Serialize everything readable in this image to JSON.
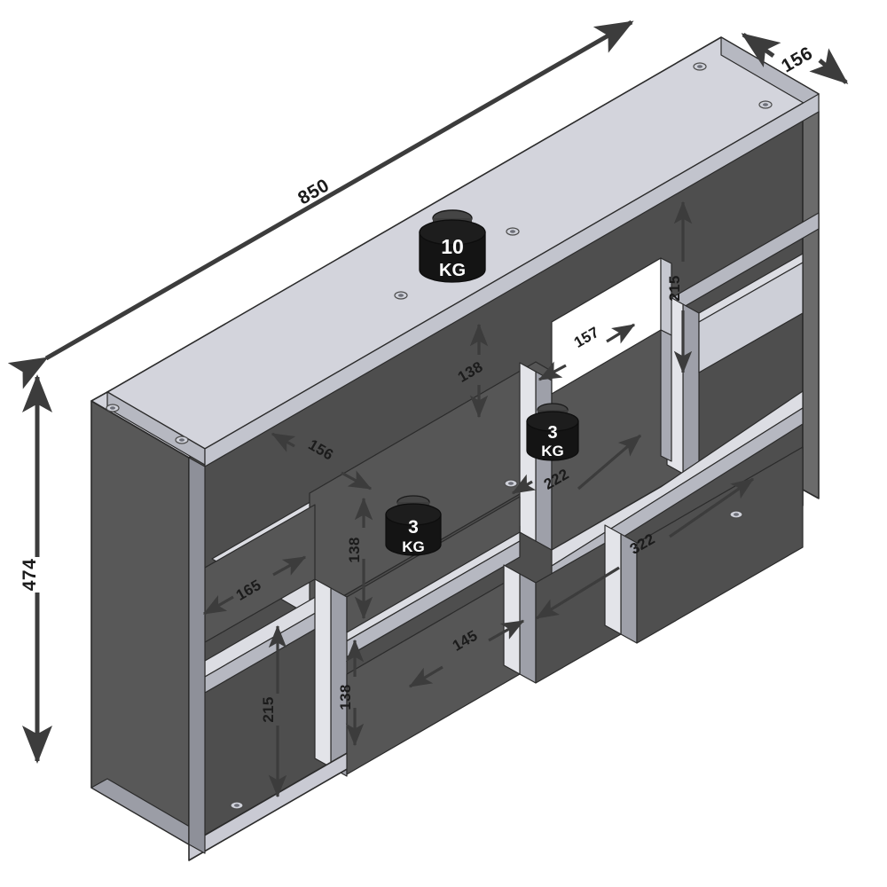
{
  "document": {
    "type": "furniture-assembly-dimension-diagram",
    "subject": "Wall shelf / cube shelving unit",
    "projection": "isometric",
    "units": "mm",
    "background_color": "#ffffff"
  },
  "colors": {
    "panel_light_top": "#d3d4dc",
    "panel_light_face": "#c9cad3",
    "panel_light_shelf": "#dcdde3",
    "panel_edge_band": "#b6b8c1",
    "panel_dark_side": "#585858",
    "panel_dark_back": "#4e4e4e",
    "panel_dark_interior": "#565656",
    "outline": "#2b2b2b",
    "dimension_line": "#3c3c3c",
    "dimension_text": "#1b1b1b",
    "weight_body": "#161616",
    "weight_knob": "#3d3d3d",
    "weight_text": "#ffffff"
  },
  "overall_dimensions": [
    {
      "id": "width",
      "label": "850",
      "axis": "horizontal-long",
      "position": "top-left-diagonal"
    },
    {
      "id": "depth",
      "label": "156",
      "axis": "depth",
      "position": "top-right"
    },
    {
      "id": "height",
      "label": "474",
      "axis": "vertical",
      "position": "far-left"
    }
  ],
  "interior_dimensions": [
    {
      "id": "compartment-top-left-width",
      "label": "156",
      "orientation": "horizontal",
      "location": "upper-left-cube"
    },
    {
      "id": "compartment-mid-height-a",
      "label": "138",
      "orientation": "vertical",
      "location": "upper-middle-cube"
    },
    {
      "id": "compartment-divider-depth",
      "label": "157",
      "orientation": "horizontal",
      "location": "upper-right-inner"
    },
    {
      "id": "compartment-right-height",
      "label": "215",
      "orientation": "vertical",
      "location": "far-right-upper-cube"
    },
    {
      "id": "compartment-left-width",
      "label": "165",
      "orientation": "horizontal",
      "location": "lower-left-cube"
    },
    {
      "id": "compartment-mid-height-b",
      "label": "138",
      "orientation": "vertical",
      "location": "center-left-cube"
    },
    {
      "id": "compartment-wide-width",
      "label": "222",
      "orientation": "horizontal",
      "location": "center-right-shelf"
    },
    {
      "id": "compartment-bottom-left-height",
      "label": "215",
      "orientation": "vertical",
      "location": "lower-left-cube"
    },
    {
      "id": "compartment-bottom-height",
      "label": "138",
      "orientation": "vertical",
      "location": "lower-middle-cube"
    },
    {
      "id": "compartment-bottom-mid-width",
      "label": "145",
      "orientation": "horizontal",
      "location": "lower-middle-cube"
    },
    {
      "id": "compartment-bottom-right-width",
      "label": "322",
      "orientation": "horizontal",
      "location": "lower-right-cube"
    }
  ],
  "load_capacities": [
    {
      "id": "top-surface-load",
      "value": "10",
      "unit": "KG",
      "location": "top-panel"
    },
    {
      "id": "middle-shelf-load-left",
      "value": "3",
      "unit": "KG",
      "location": "center-left-shelf"
    },
    {
      "id": "middle-shelf-load-right",
      "value": "3",
      "unit": "KG",
      "location": "center-right-shelf"
    }
  ],
  "labels": {
    "width_850": "850",
    "depth_156": "156",
    "height_474": "474",
    "int_156": "156",
    "int_138_a": "138",
    "int_157": "157",
    "int_215_right": "215",
    "int_165": "165",
    "int_138_b": "138",
    "int_222": "222",
    "int_215_bottom": "215",
    "int_138_c": "138",
    "int_145": "145",
    "int_322": "322",
    "kg_10": "10",
    "kg_10_unit": "KG",
    "kg_3a": "3",
    "kg_3a_unit": "KG",
    "kg_3b": "3",
    "kg_3b_unit": "KG"
  },
  "hardware": {
    "dowel_hole_count_visible": 9,
    "icon": "dowel-hole-icon"
  }
}
